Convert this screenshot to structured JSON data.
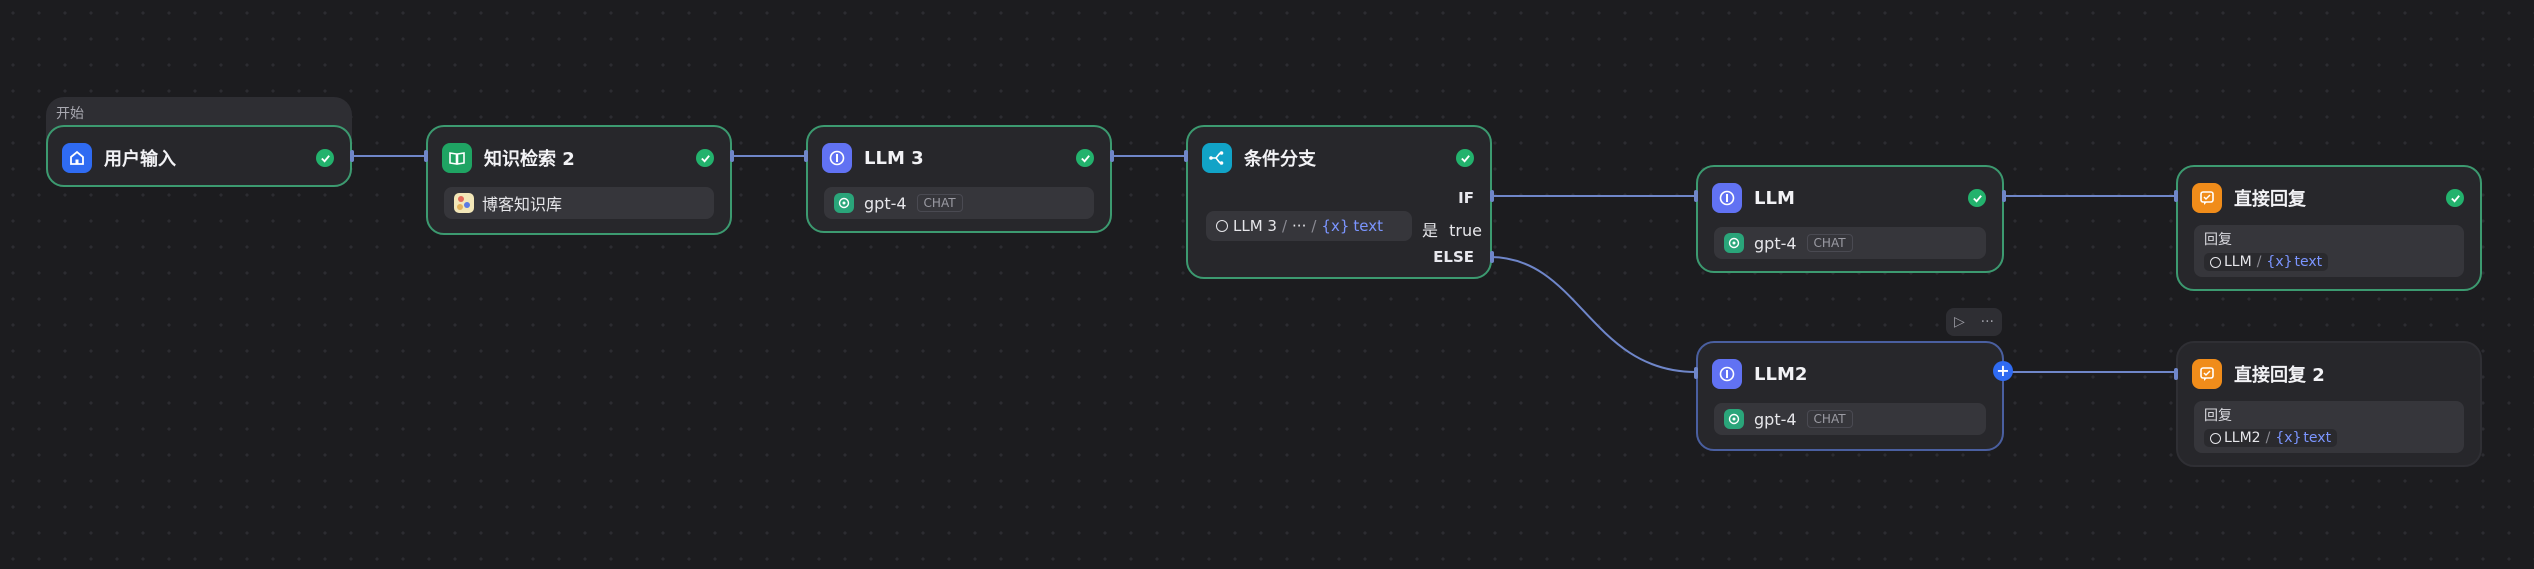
{
  "colors": {
    "background": "#1c1c1f",
    "node_bg": "#27272b",
    "success_border": "#3c9a70",
    "edge": "#6f86c9",
    "check": "#23b26d",
    "variable": "#7b95ff",
    "start_icon_bg": "#2f6bf2",
    "knowledge_icon_bg": "#1fa463",
    "llm_icon_bg": "#6172f3",
    "branch_icon_bg": "#11a3c7",
    "reply_icon_bg": "#f08c1a"
  },
  "start_group": {
    "label": "开始"
  },
  "nodes": {
    "start": {
      "title": "用户输入",
      "icon": "home-icon",
      "status": "success-check-icon"
    },
    "knowledge": {
      "title": "知识检索 2",
      "icon": "book-icon",
      "dataset": "博客知识库",
      "status": "success-check-icon"
    },
    "llm3": {
      "title": "LLM 3",
      "icon": "llm-icon",
      "model": "gpt-4",
      "mode": "CHAT",
      "status": "success-check-icon"
    },
    "branch": {
      "title": "条件分支",
      "icon": "branch-icon",
      "status": "success-check-icon",
      "if_label": "IF",
      "else_label": "ELSE",
      "condition": {
        "node": "LLM 3",
        "ellipsis": "···",
        "var": "text",
        "operator": "是",
        "value": "true"
      }
    },
    "llm": {
      "title": "LLM",
      "icon": "llm-icon",
      "model": "gpt-4",
      "mode": "CHAT",
      "status": "success-check-icon"
    },
    "llm2": {
      "title": "LLM2",
      "icon": "llm-icon",
      "model": "gpt-4",
      "mode": "CHAT"
    },
    "reply": {
      "title": "直接回复",
      "icon": "reply-icon",
      "field_label": "回复",
      "ref_node": "LLM",
      "ref_var": "text",
      "status": "success-check-icon"
    },
    "reply2": {
      "title": "直接回复 2",
      "icon": "reply-icon",
      "field_label": "回复",
      "ref_node": "LLM2",
      "ref_var": "text"
    }
  },
  "toolbar": {
    "run": "▷",
    "more": "···"
  },
  "add_button": "+"
}
